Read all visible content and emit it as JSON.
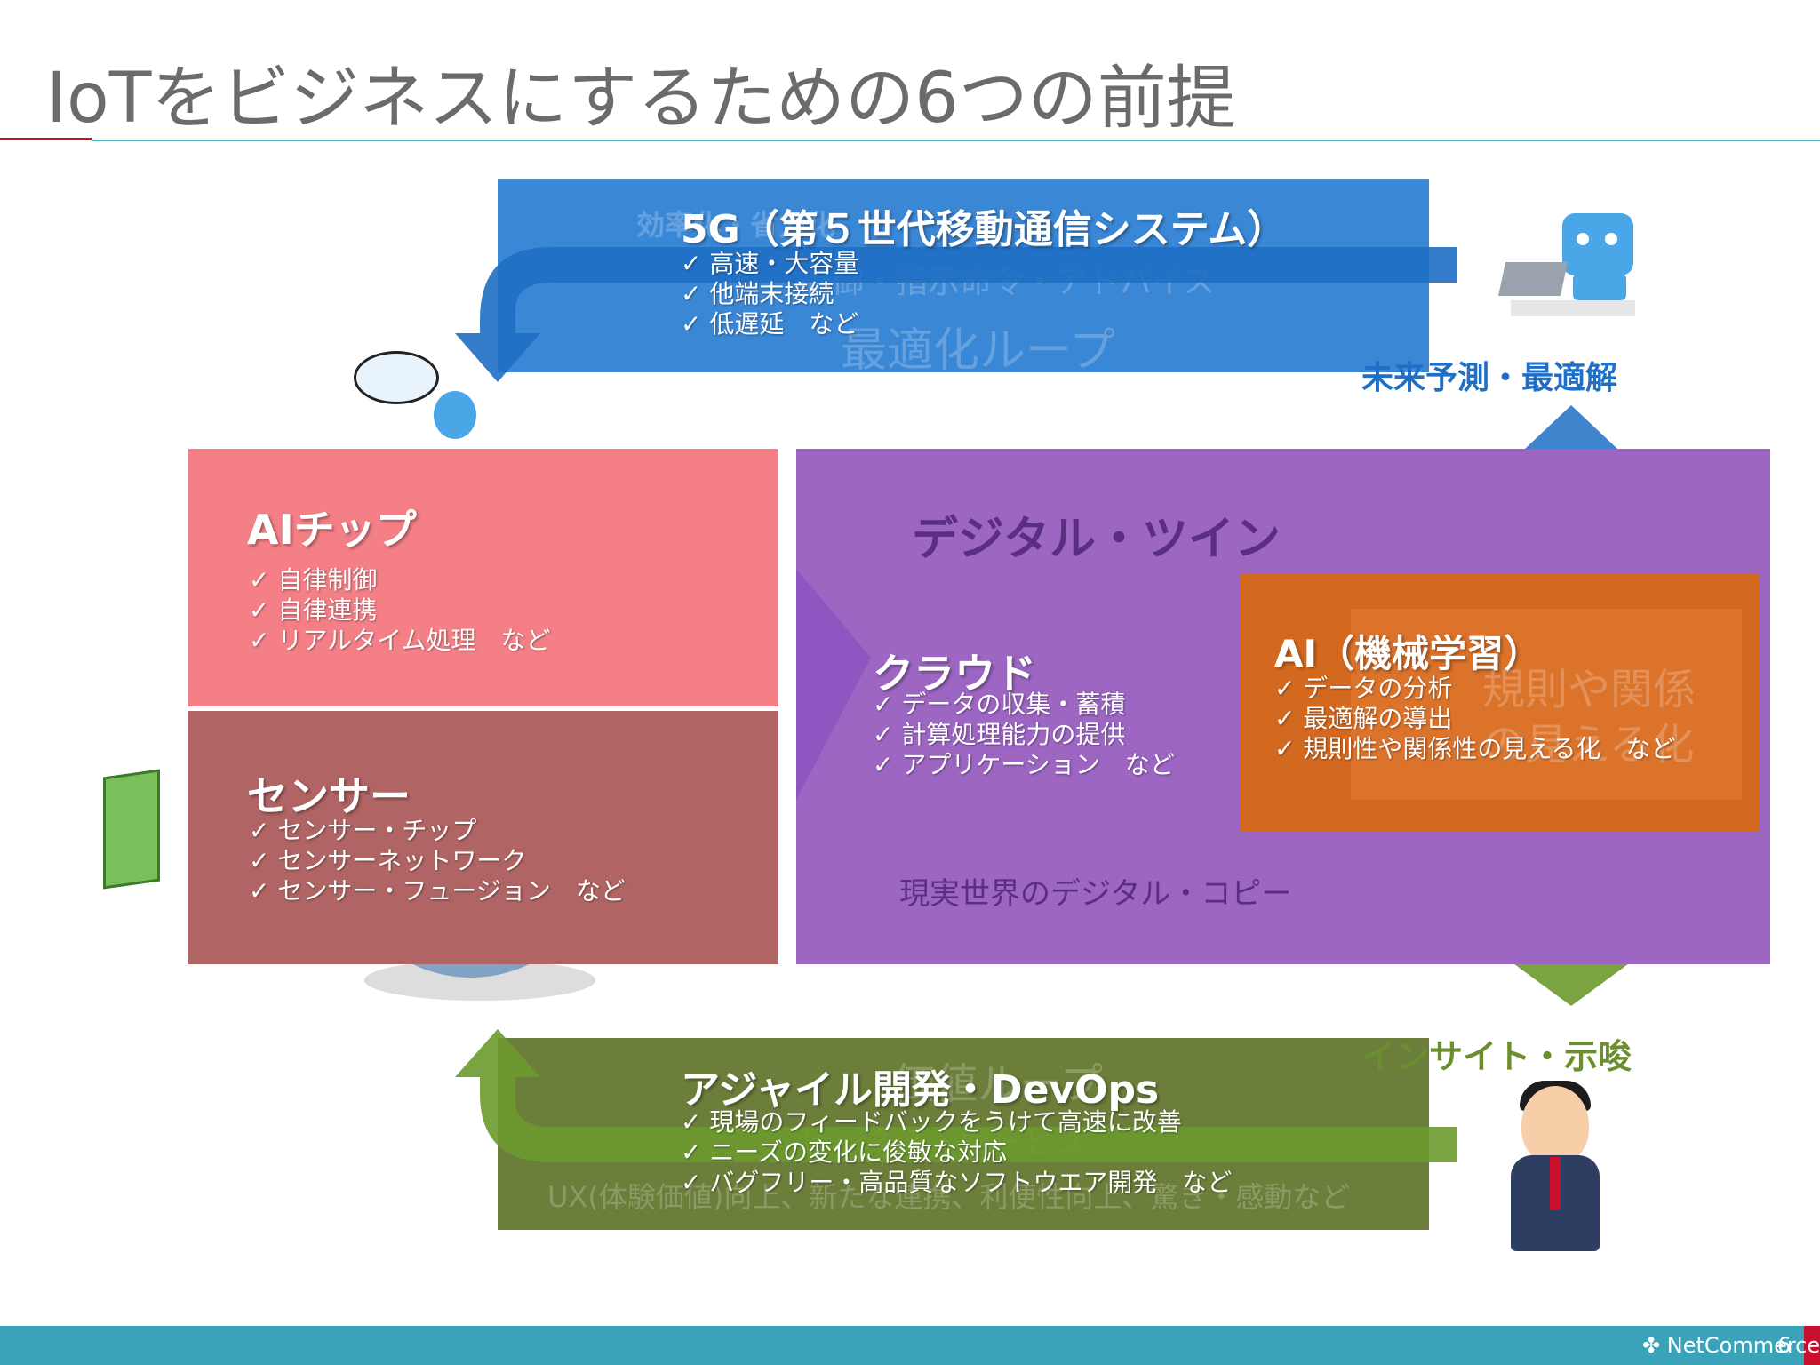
{
  "title": "IoTをビジネスにするための6つの前提",
  "footer": {
    "logo_text": "NetCommerce",
    "page_number": "6"
  },
  "fiveg": {
    "heading": "5G（第５世代移動通信システム）",
    "items": [
      "高速・大容量",
      "他端末接続",
      "低遅延　など"
    ],
    "faint_text": [
      "効率化・省力化",
      "制御・指示命令・アドバイス",
      "最適化ループ"
    ]
  },
  "ai_chip": {
    "heading": "AIチップ",
    "items": [
      "自律制御",
      "自律連携",
      "リアルタイム処理　など"
    ]
  },
  "sensor": {
    "heading": "センサー",
    "items": [
      "センサー・チップ",
      "センサーネットワーク",
      "センサー・フュージョン　など"
    ]
  },
  "digital_twin": {
    "title": "デジタル・ツイン",
    "copy": "現実世界のデジタル・コピー"
  },
  "cloud": {
    "heading": "クラウド",
    "items": [
      "データの収集・蓄積",
      "計算処理能力の提供",
      "アプリケーション　など"
    ]
  },
  "ai_ml": {
    "heading": "AI（機械学習）",
    "items": [
      "データの分析",
      "最適解の導出",
      "規則性や関係性の見える化　など"
    ],
    "faint_text": [
      "規則や関係",
      "の見える化"
    ]
  },
  "agile": {
    "heading": "アジャイル開発・DevOps",
    "items": [
      "現場のフィードバックをうけて高速に改善",
      "ニーズの変化に俊敏な対応",
      "バグフリー・高品質なソフトウエア開発　など"
    ],
    "faint_text": [
      "価値ループ",
      "ビジネス・サービス",
      "UX(体験価値)向上、新たな連携、利便性向上、驚き・感動など"
    ]
  },
  "labels": {
    "future": "未来予測・最適解",
    "insight": "インサイト・示唆"
  },
  "colors": {
    "blue": "#3a87d6",
    "green": "#6b7e3a",
    "pink": "#f47f86",
    "maroon": "#b06464",
    "purple": "#9c66c2",
    "orange": "#d2691f",
    "footer": "#3aa3b9",
    "accent_red": "#c8102e"
  }
}
